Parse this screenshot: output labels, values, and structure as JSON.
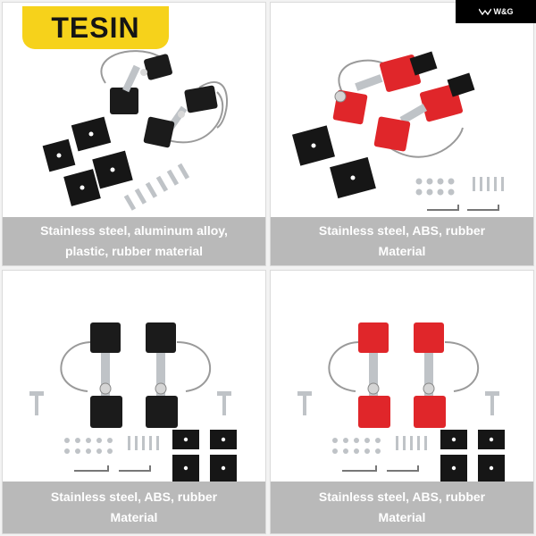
{
  "brand": {
    "logo_text": "TESIN",
    "logo_color": "#f6d21b"
  },
  "corner_badge": {
    "text": "W&G"
  },
  "tiles": [
    {
      "variant": "black",
      "caption_line1": "Stainless steel, aluminum alloy,",
      "caption_line2": "plastic, rubber material"
    },
    {
      "variant": "red",
      "caption_line1": "Stainless steel, ABS, rubber",
      "caption_line2": "Material"
    },
    {
      "variant": "black",
      "caption_line1": "Stainless steel, ABS, rubber",
      "caption_line2": "Material"
    },
    {
      "variant": "red",
      "caption_line1": "Stainless steel, ABS, rubber",
      "caption_line2": "Material"
    }
  ],
  "colors": {
    "caption_bg": "#b9b9b9",
    "black_part": "#1b1b1b",
    "red_part": "#e0262a",
    "steel": "#bfc3c7"
  }
}
